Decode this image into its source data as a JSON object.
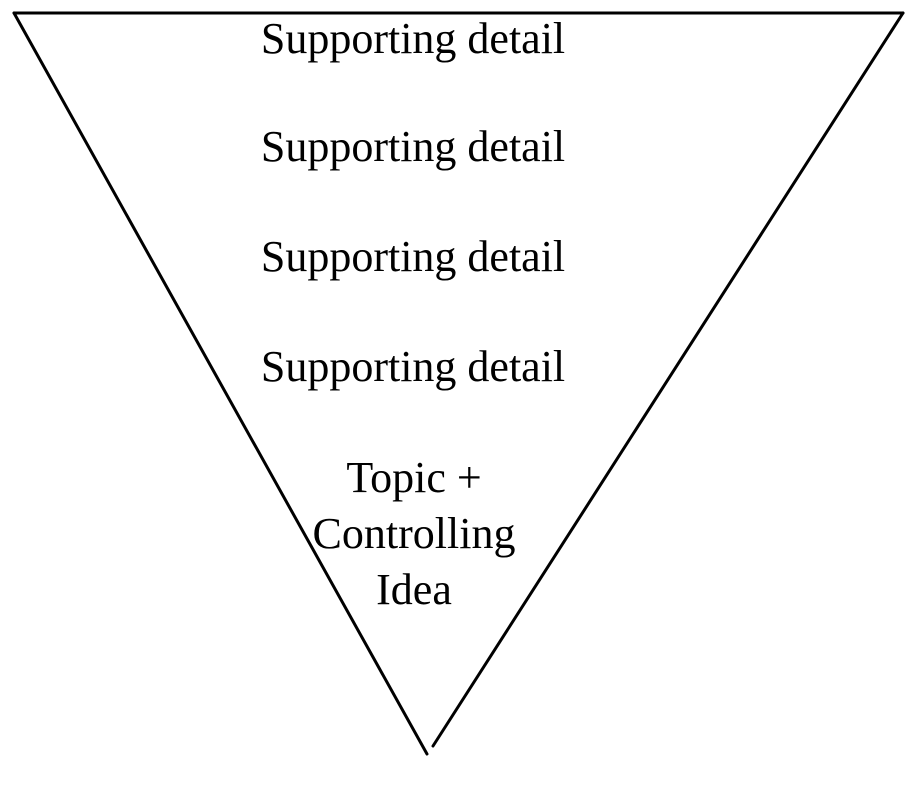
{
  "diagram": {
    "type": "inverted-triangle",
    "line_color": "#000000",
    "supporting_details": [
      "Supporting detail",
      "Supporting detail",
      "Supporting detail",
      "Supporting detail"
    ],
    "topic_lines": [
      "Topic +",
      "Controlling",
      "Idea"
    ]
  }
}
